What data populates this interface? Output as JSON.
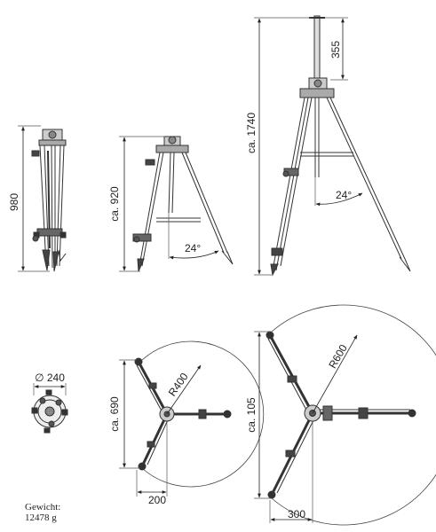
{
  "dimensions": {
    "folded_height": "980",
    "height_min": "ca. 920",
    "angle_small": "24°",
    "height_max": "ca. 1740",
    "extension": "355",
    "angle_large": "24°",
    "diameter": "∅ 240",
    "radius_small": "R400",
    "span_small": "ca. 690",
    "offset_small": "200",
    "radius_large": "R600",
    "span_large": "ca. 105",
    "offset_large": "300"
  },
  "weight": {
    "label": "Gewicht:",
    "value": "12478 g"
  }
}
